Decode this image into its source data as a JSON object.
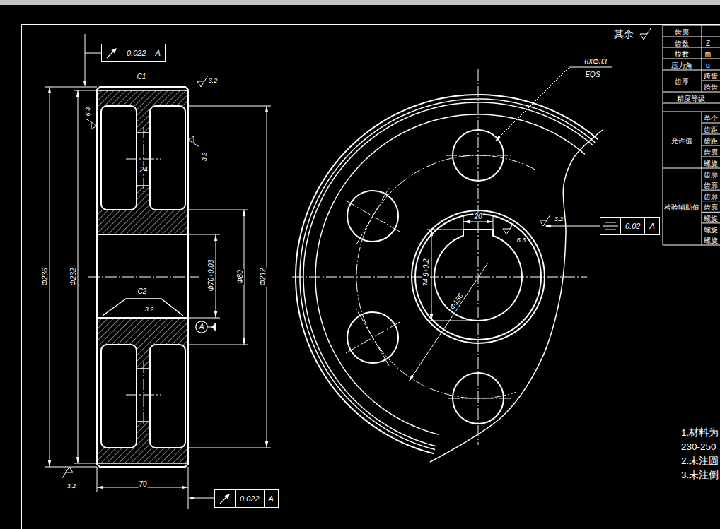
{
  "diagram": {
    "nodes": [
      {
        "text": [
          "0.022",
          "A"
        ]
      },
      {
        "text": [
          "0.02",
          "A"
        ]
      },
      {
        "text": [
          "A"
        ]
      },
      {
        "text": [
          "0.022",
          "A"
        ]
      }
    ],
    "labels": [
      "其余",
      "6XΦ33",
      "EQS",
      "C1",
      "3.2",
      "6.3",
      "3.2",
      "24",
      "3.2",
      "20",
      "6.3",
      "Φ80",
      "Φ212",
      "Φ236",
      "Φ232",
      "Φ70+0.03",
      "74.9+0.2",
      "Φ156",
      "C2",
      "3.2",
      "3.2",
      "70",
      "齿廓",
      "齿数",
      "Z",
      "模数",
      "m",
      "压力角",
      "α",
      "齿厚",
      "跨齿",
      "跨齿",
      "精度等级",
      "允许值",
      "单个",
      "齿距",
      "齿距",
      "齿廓",
      "螺旋",
      "检验辅助值",
      "齿廓",
      "齿廓",
      "齿廓",
      "齿廓",
      "螺旋",
      "螺旋",
      "螺旋",
      "1.材料为",
      "230-250",
      "2.未注圆",
      "3.未注倒"
    ]
  }
}
